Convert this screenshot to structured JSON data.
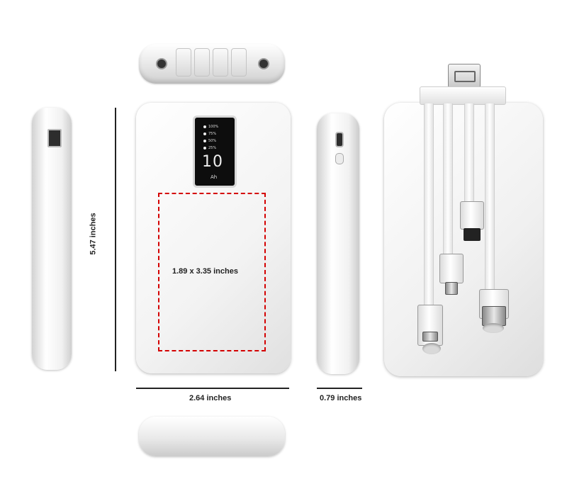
{
  "dimensions": {
    "height_label": "5.47 inches",
    "width_label": "2.64 inches",
    "thickness_label": "0.79 inches",
    "print_area_label": "1.89 x 3.35 inches"
  },
  "display": {
    "levels": [
      "100%",
      "75%",
      "50%",
      "25%"
    ],
    "capacity_number": "10",
    "capacity_unit": "Ah"
  },
  "colors": {
    "print_area_border": "#d40000",
    "body": "#f4f4f4",
    "display_panel": "#0d0d0d"
  },
  "icons": {
    "usb_port": "usb-a-port-icon",
    "usbc_port": "usb-c-port-icon",
    "power_button": "power-button-icon"
  }
}
